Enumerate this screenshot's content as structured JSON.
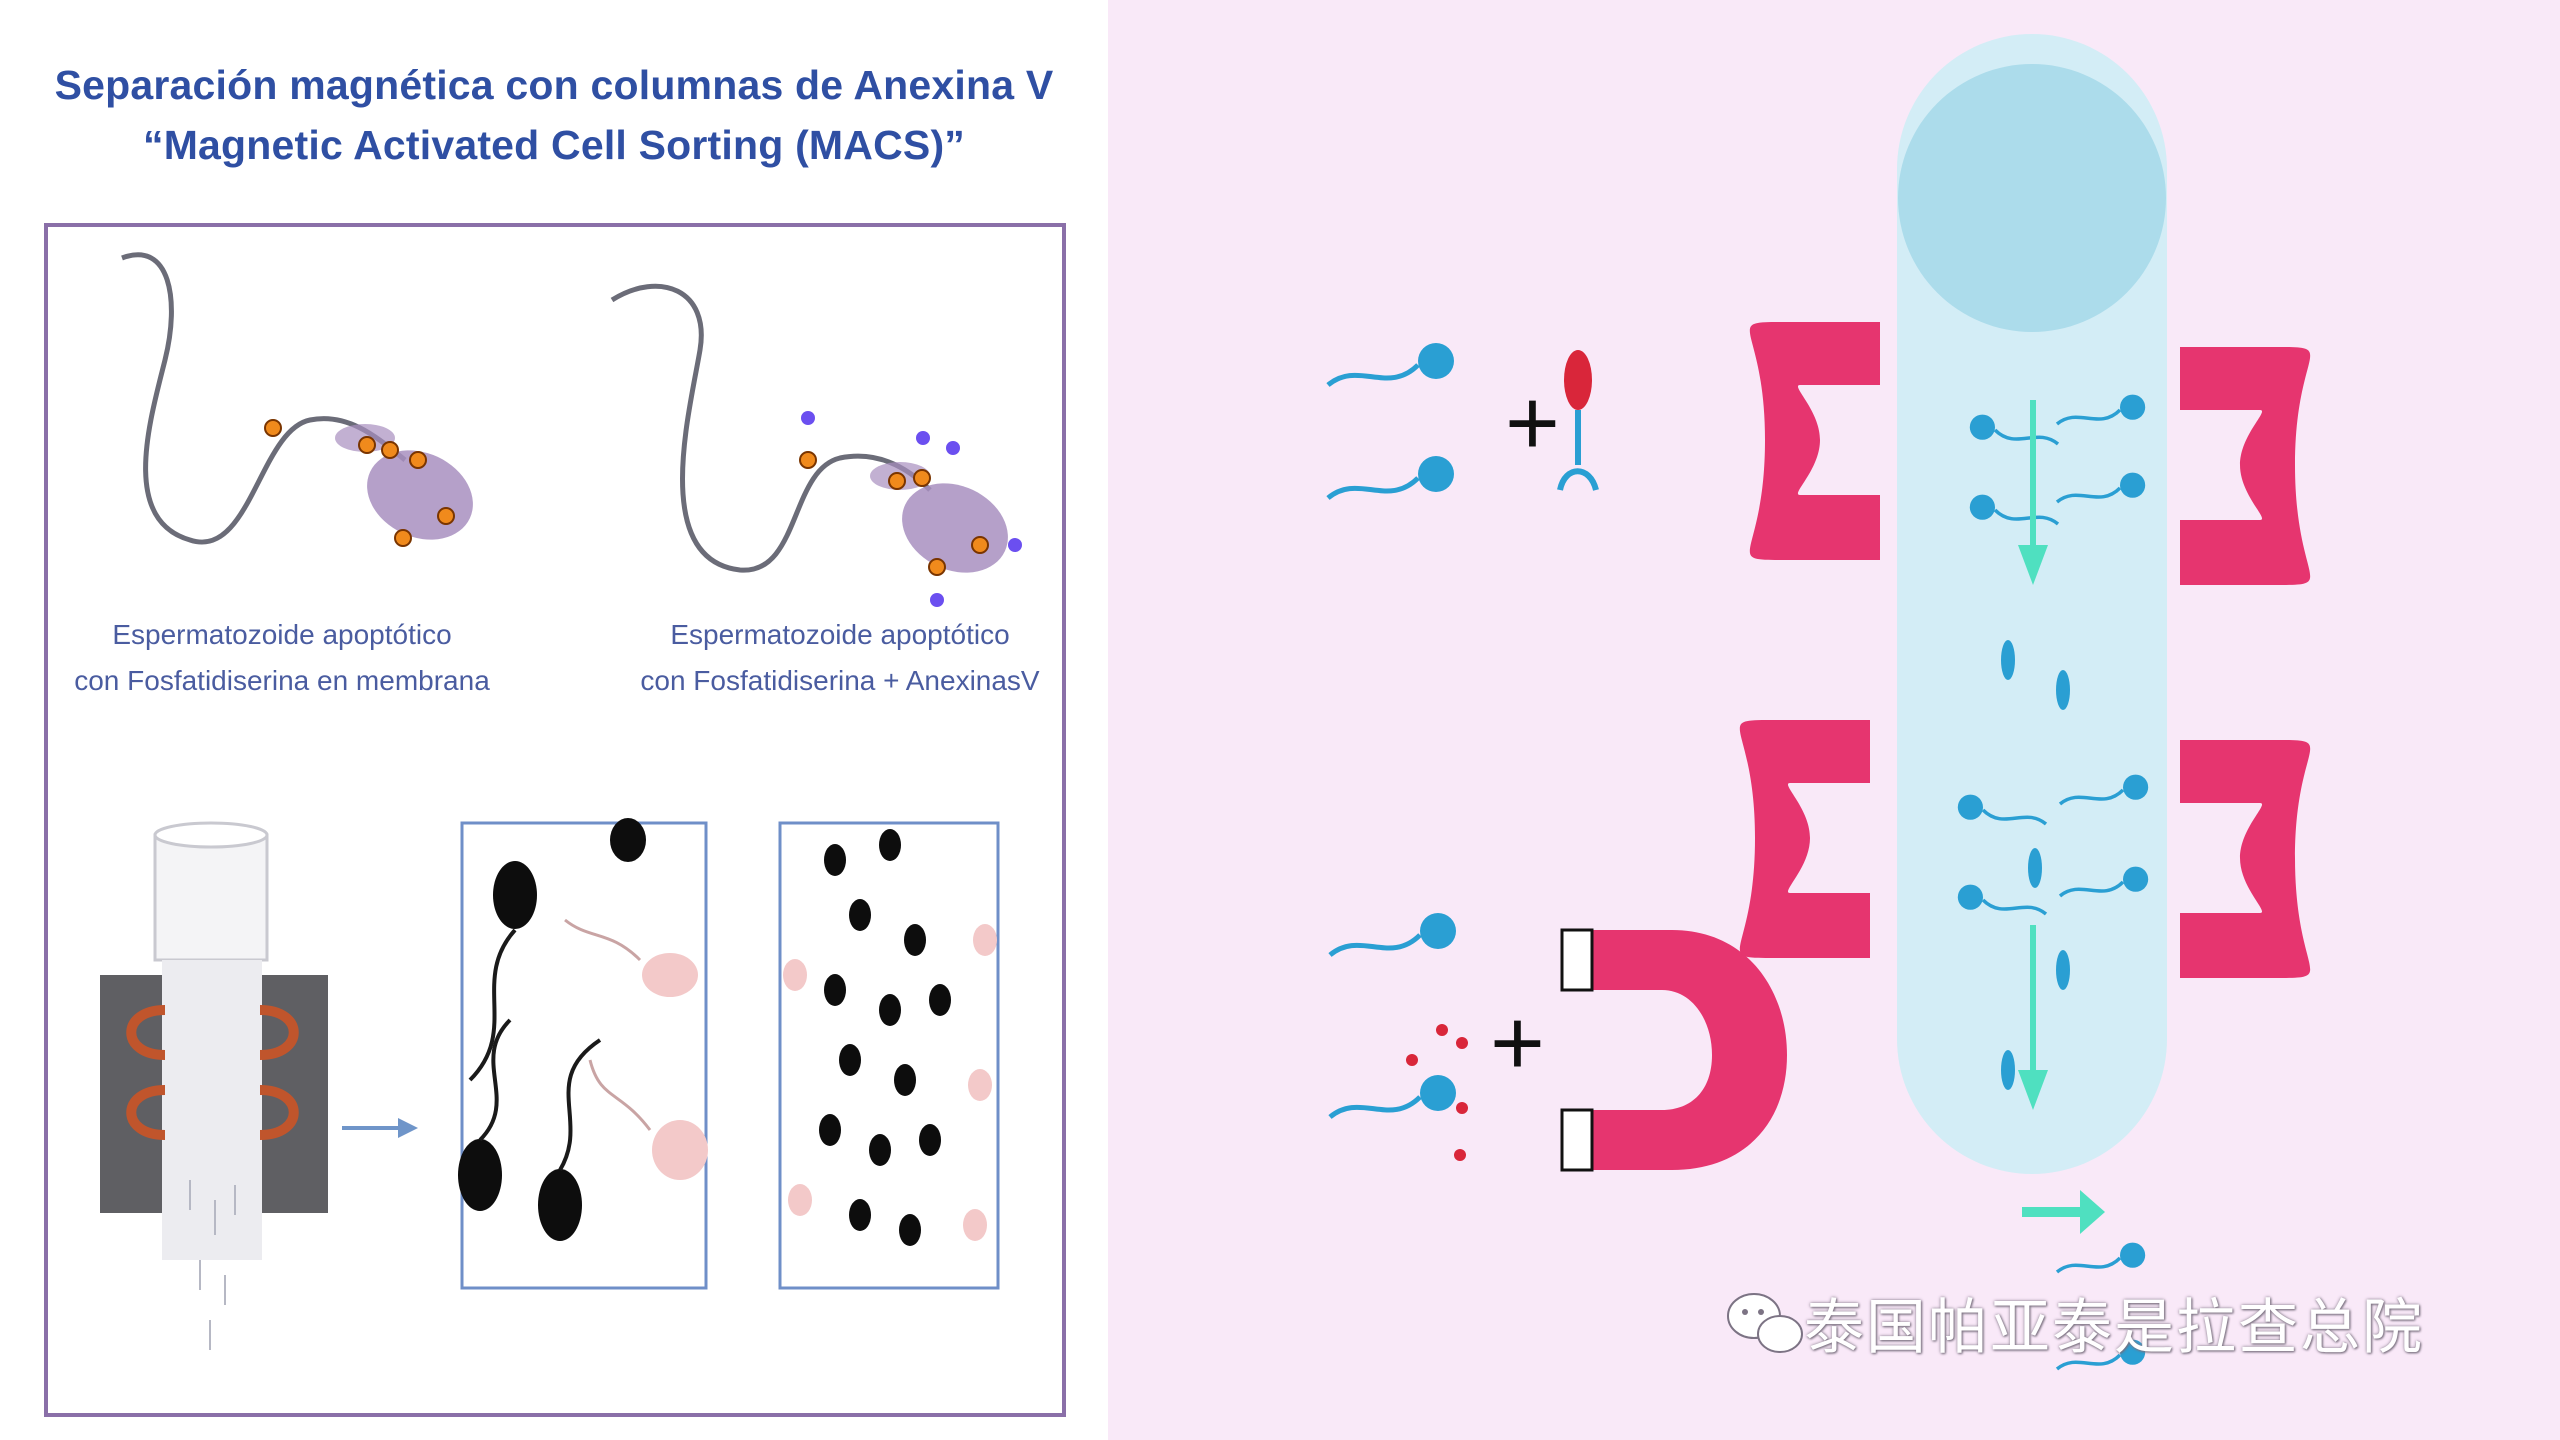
{
  "title": {
    "line1": "Separación magnética con columnas de Anexina V",
    "line2": "“Magnetic Activated Cell Sorting (MACS)”"
  },
  "captions": {
    "a_line1": "Espermatozoide apoptótico",
    "a_line2": "con Fosfatidiserina en membrana",
    "b_line1": "Espermatozoide apoptótico",
    "b_line2": "con Fosfatidiserina + AnexinasV"
  },
  "symbols": {
    "plus": "+"
  },
  "watermark": {
    "text": "泰国帕亚泰是拉查总院",
    "icon": "wechat-icon"
  },
  "colors": {
    "title": "#2f4fa3",
    "caption": "#4a5ca0",
    "right_background": "#f9e9f8",
    "magnet": "#e6356f",
    "sperm": "#2a9fd3",
    "arrow": "#4fe0c0",
    "column": "#cde9f3",
    "annexin_bead": "#d9263a"
  }
}
